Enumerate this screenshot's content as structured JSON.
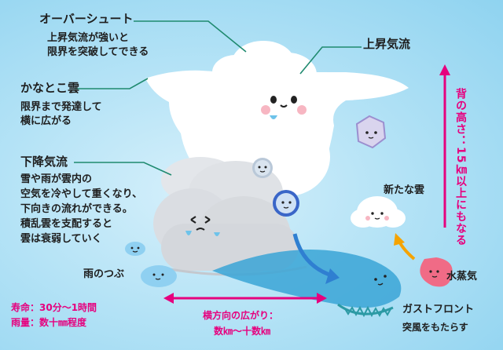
{
  "overshoot": {
    "title": "オーバーシュート",
    "line1": "上昇気流が強いと",
    "line2": "限界を突破してできる"
  },
  "anvil": {
    "title": "かなとこ雲",
    "line1": "限界まで発達して",
    "line2": "横に広がる"
  },
  "downdraft": {
    "title": "下降気流",
    "lines": [
      "雪や雨が雲内の",
      "空気を冷やして重くなり、",
      "下向きの流れができる。",
      "積乱雲を支配すると",
      "雲は衰弱していく"
    ]
  },
  "updraft": {
    "title": "上昇気流"
  },
  "raindrop": {
    "label": "雨のつぶ"
  },
  "lifespan": {
    "line1": "寿命：30分～1時間",
    "line2": "雨量：数十㎜程度"
  },
  "horizontal": {
    "line1": "横方向の広がり：",
    "line2": "数㎞～十数㎞"
  },
  "height": {
    "label": "背の高さ：15㎞以上にもなる"
  },
  "new_cloud": {
    "label": "新たな雲"
  },
  "vapor": {
    "label": "水蒸気"
  },
  "gust": {
    "title": "ガストフロント",
    "sub": "突風をもたらす"
  },
  "colors": {
    "accent": "#e6007e",
    "leader": "#1f8a6f",
    "arrow": "#2f7fd1",
    "vapor_arrow": "#f5a300",
    "gust": "#2c9aa4"
  }
}
